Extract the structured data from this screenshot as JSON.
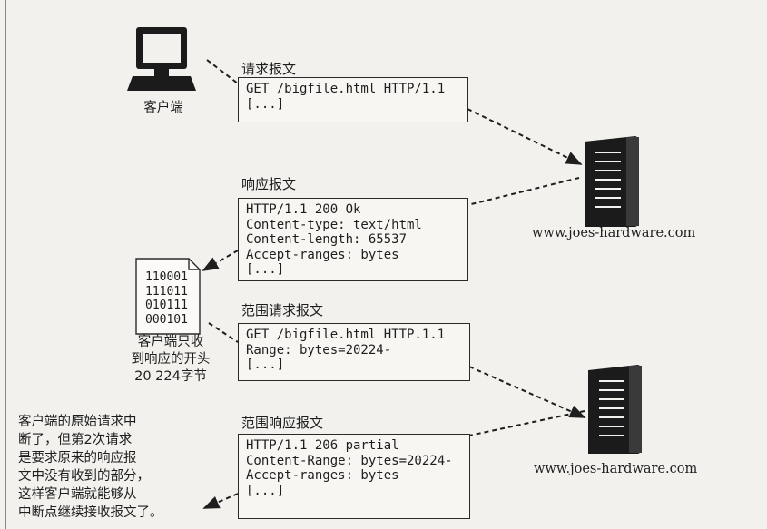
{
  "client": {
    "label": "客户端",
    "received_note": [
      "客户端只收",
      "到响应的开头",
      "20 224字节"
    ]
  },
  "document_icon": {
    "lines": [
      "110001",
      "111011",
      "010111",
      "000101"
    ]
  },
  "servers": [
    {
      "host": "www.joes-hardware.com"
    },
    {
      "host": "www.joes-hardware.com"
    }
  ],
  "messages": {
    "request": {
      "title": "请求报文",
      "lines": [
        "GET /bigfile.html HTTP/1.1",
        "[...]"
      ]
    },
    "response": {
      "title": "响应报文",
      "lines": [
        "HTTP/1.1 200 Ok",
        "Content-type: text/html",
        "Content-length: 65537",
        "Accept-ranges: bytes",
        "[...]"
      ]
    },
    "range_request": {
      "title": "范围请求报文",
      "lines": [
        "GET /bigfile.html HTTP.1.1",
        "Range: bytes=20224-",
        "[...]"
      ]
    },
    "range_response": {
      "title": "范围响应报文",
      "lines": [
        "HTTP/1.1 206 partial",
        "Content-Range: bytes=20224-",
        "Accept-ranges: bytes",
        "",
        "[...]"
      ]
    }
  },
  "explanation": [
    "客户端的原始请求中",
    "断了，但第2次请求",
    "是要求原来的响应报",
    "文中没有收到的部分，",
    "这样客户端就能够从",
    "中断点继续接收报文了。"
  ]
}
